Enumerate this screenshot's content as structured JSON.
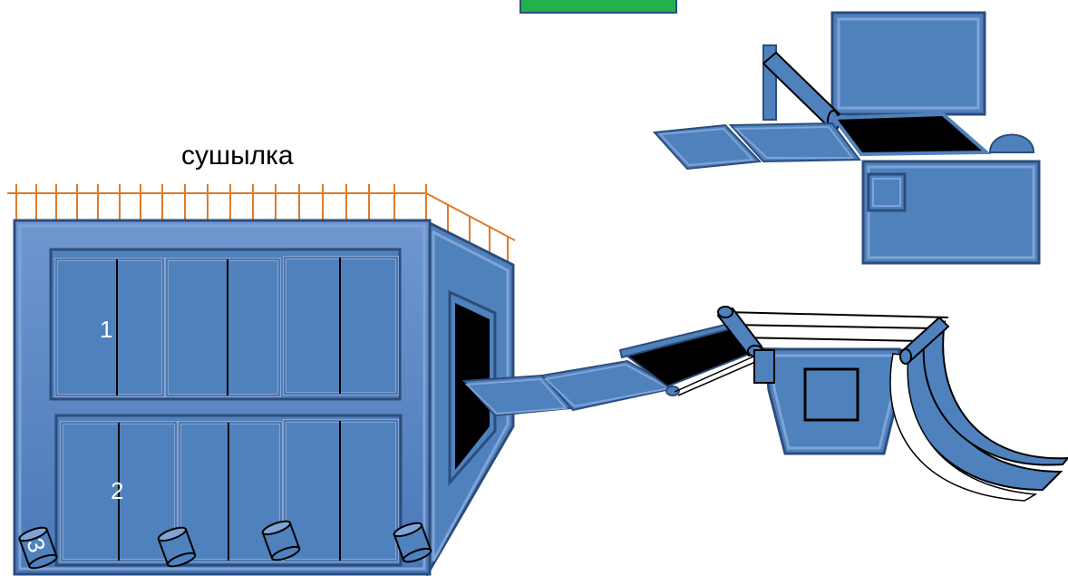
{
  "labels": {
    "dryer": "сушылка",
    "section_1": "1",
    "section_2": "2",
    "bin_3": "3"
  },
  "colors": {
    "body": "#4f81bd",
    "body_light": "#7fa4d6",
    "outline": "#2c4d7c",
    "dark": "#000000",
    "railing": "#e07b2a",
    "top_button": "#22b14c"
  }
}
